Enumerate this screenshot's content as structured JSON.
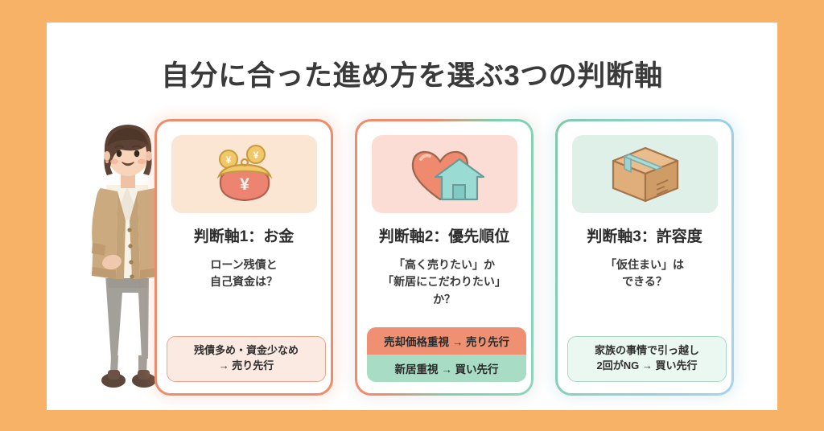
{
  "page": {
    "title": "自分に合った進め方を選ぶ3つの判断軸",
    "frame_color": "#F7B268",
    "background_color": "#FFFFFF"
  },
  "illustration": {
    "name": "woman-presenter-illustration",
    "description": "笑顔の女性がカードを指し示すイラスト",
    "hair_color": "#5C4234",
    "cardigan_color": "#CBAA80",
    "blouse_color": "#F7F1E6",
    "pants_color": "#9D9A93",
    "shoes_color": "#5C463A"
  },
  "cards": [
    {
      "icon": "coin-purse-icon",
      "panel_color": "#FAE6D3",
      "border_color": "#EE8C6B",
      "title": "判断軸1：お金",
      "description": [
        "ローン残債と",
        "自己資金は？"
      ],
      "tags": [
        {
          "style": "outline-peach",
          "lines": [
            "残債多め・資金少なめ",
            "→ 売り先行"
          ],
          "fill": "#FBEAE2",
          "border": "#EFA489"
        }
      ]
    },
    {
      "icon": "heart-house-icon",
      "panel_color": "#FBDDD5",
      "border_color": "#EE8C6B",
      "title": "判断軸2：優先順位",
      "description": [
        "「高く売りたい」か",
        "「新居にこだわりたい」",
        "か？"
      ],
      "tags": [
        {
          "style": "solid-orange",
          "lines": [
            "売却価格重視 → 売り先行"
          ],
          "fill": "#EE9071"
        },
        {
          "style": "solid-green",
          "lines": [
            "新居重視 → 買い先行"
          ],
          "fill": "#A8DCC4"
        }
      ]
    },
    {
      "icon": "cardboard-box-icon",
      "panel_color": "#DFF0E8",
      "border_color": "#8FD0C0",
      "title": "判断軸3：許容度",
      "description": [
        "「仮住まい」は",
        "できる？"
      ],
      "tags": [
        {
          "style": "outline-mint",
          "lines": [
            "家族の事情で引っ越し",
            "2回がNG → 買い先行"
          ],
          "fill": "#EBF7F1",
          "border": "#A8D9C4"
        }
      ]
    }
  ]
}
